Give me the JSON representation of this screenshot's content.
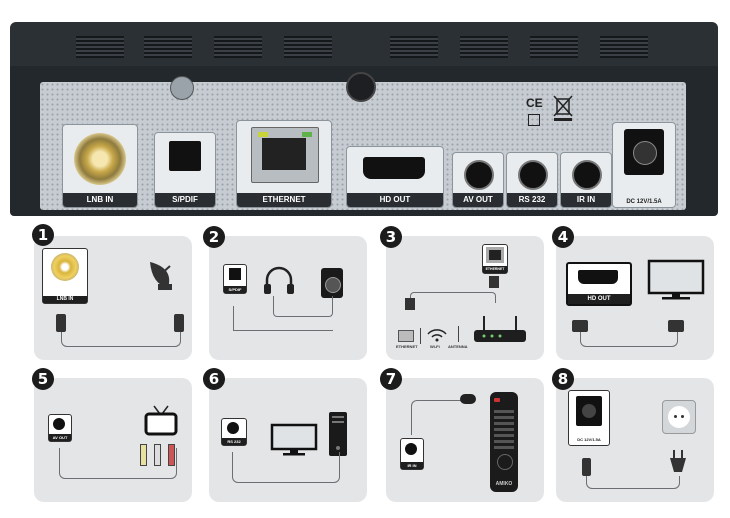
{
  "device_ports": {
    "lnb_in": "LNB IN",
    "spdif": "S/PDIF",
    "ethernet": "ETHERNET",
    "hd_out": "HD OUT",
    "av_out": "AV OUT",
    "rs232": "RS 232",
    "ir_in": "IR IN",
    "dc_rating": "DC 12V/1.5A"
  },
  "steps": [
    {
      "number": "1",
      "port_label": "LNB IN"
    },
    {
      "number": "2",
      "port_label": "S/PDIF"
    },
    {
      "number": "3",
      "port_label": "ETHERNET",
      "small_labels": [
        "ETHERNET",
        "Wi-Fi",
        "ANTENNA"
      ]
    },
    {
      "number": "4",
      "port_label": "HD OUT"
    },
    {
      "number": "5",
      "port_label": "AV OUT"
    },
    {
      "number": "6",
      "port_label": "RS 232"
    },
    {
      "number": "7",
      "port_label": "IR IN",
      "remote_brand": "AMIKO"
    },
    {
      "number": "8",
      "port_label": "DC 12V/1.5A"
    }
  ],
  "colors": {
    "device": "#23282d",
    "panel": "#c6ccd1",
    "card": "#e3e5e7",
    "badge": "#1c1c1c"
  },
  "icons": [
    "satellite-dish-icon",
    "headphones-icon",
    "speaker-icon",
    "router-icon",
    "wifi-icon",
    "tv-icon",
    "monitor-icon",
    "pc-tower-icon",
    "ir-sensor-icon",
    "remote-control-icon",
    "power-plug-icon",
    "wall-socket-icon",
    "ce-mark-icon",
    "weee-bin-icon"
  ]
}
